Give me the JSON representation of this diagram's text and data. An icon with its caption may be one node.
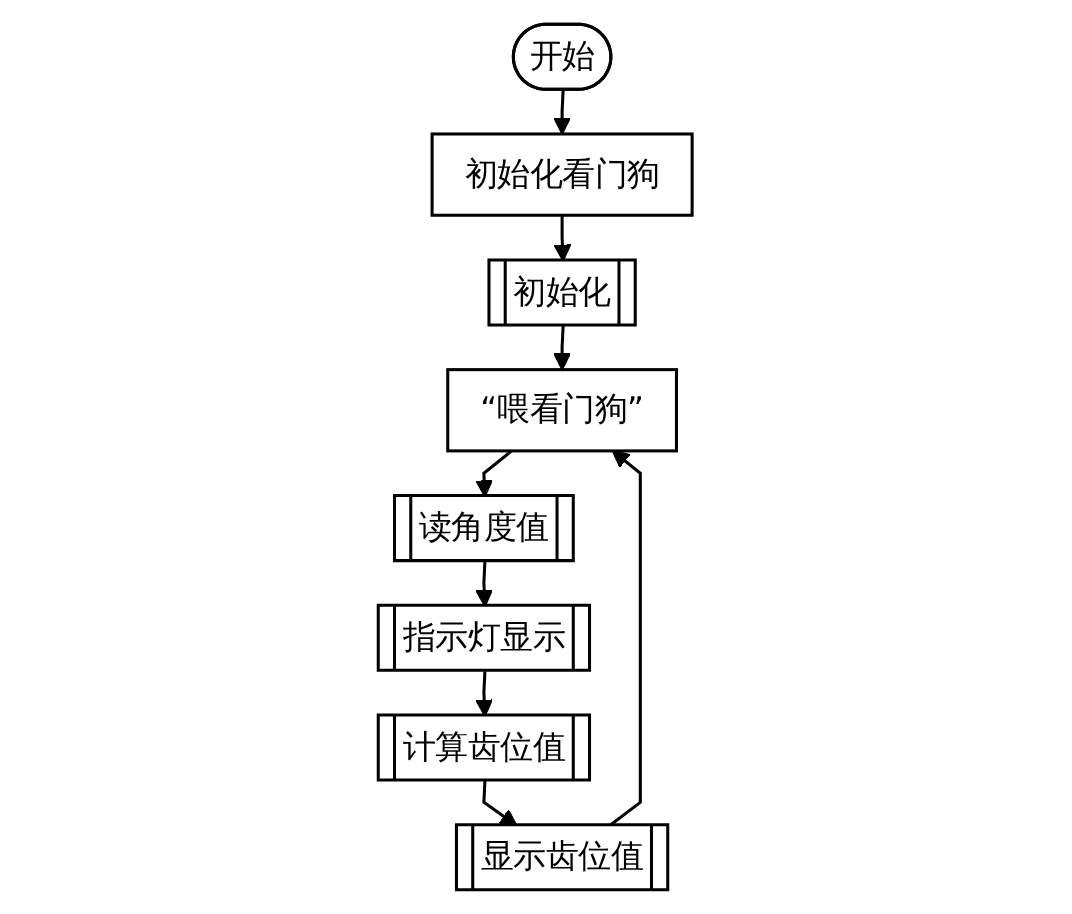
{
  "diagram": {
    "nodes": [
      {
        "text": [
          "开始"
        ]
      },
      {
        "text": [
          "初始化看门狗"
        ]
      },
      {
        "text": [
          "初始化"
        ]
      },
      {
        "text": [
          "“喂看门狗”"
        ]
      },
      {
        "text": [
          "读角度值"
        ]
      },
      {
        "text": [
          "指示灯显示"
        ]
      },
      {
        "text": [
          "计算齿位值"
        ]
      },
      {
        "text": [
          "显示齿位值"
        ]
      }
    ],
    "edges": [
      {
        "from": 0,
        "to": 1,
        "arrow": "to"
      },
      {
        "from": 1,
        "to": 2,
        "arrow": "to"
      },
      {
        "from": 2,
        "to": 3,
        "arrow": "to"
      },
      {
        "from": 3,
        "to": 4,
        "arrow": "to"
      },
      {
        "from": 4,
        "to": 5,
        "arrow": "to"
      },
      {
        "from": 5,
        "to": 6,
        "arrow": "to"
      },
      {
        "from": 6,
        "to": 7,
        "arrow": "to"
      },
      {
        "from": 7,
        "to": 3,
        "arrow": "to"
      }
    ]
  }
}
